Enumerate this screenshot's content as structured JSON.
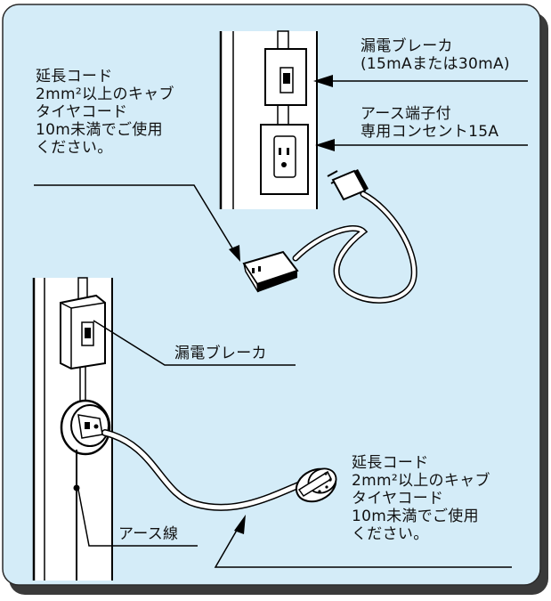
{
  "labels": {
    "breaker_top": [
      "漏電ブレーカ",
      "(15mAまたは30mA)"
    ],
    "outlet": [
      "アース端子付",
      "専用コンセント15A"
    ],
    "ext_cord_top": [
      "延長コード",
      "2mm²以上のキャブ",
      "タイヤコード",
      "10m未満でご使用",
      "ください。"
    ],
    "breaker_bottom": "漏電ブレーカ",
    "ext_cord_bottom": [
      "延長コード",
      "2mm²以上のキャブ",
      "タイヤコード",
      "10m未満でご使用",
      "ください。"
    ],
    "ground_wire": "アース線"
  },
  "colors": {
    "background_panel": "#d4ecf8",
    "panel_shadow": "#3a3a3a",
    "line": "#000000",
    "drawing_fill": "#ffffff"
  }
}
